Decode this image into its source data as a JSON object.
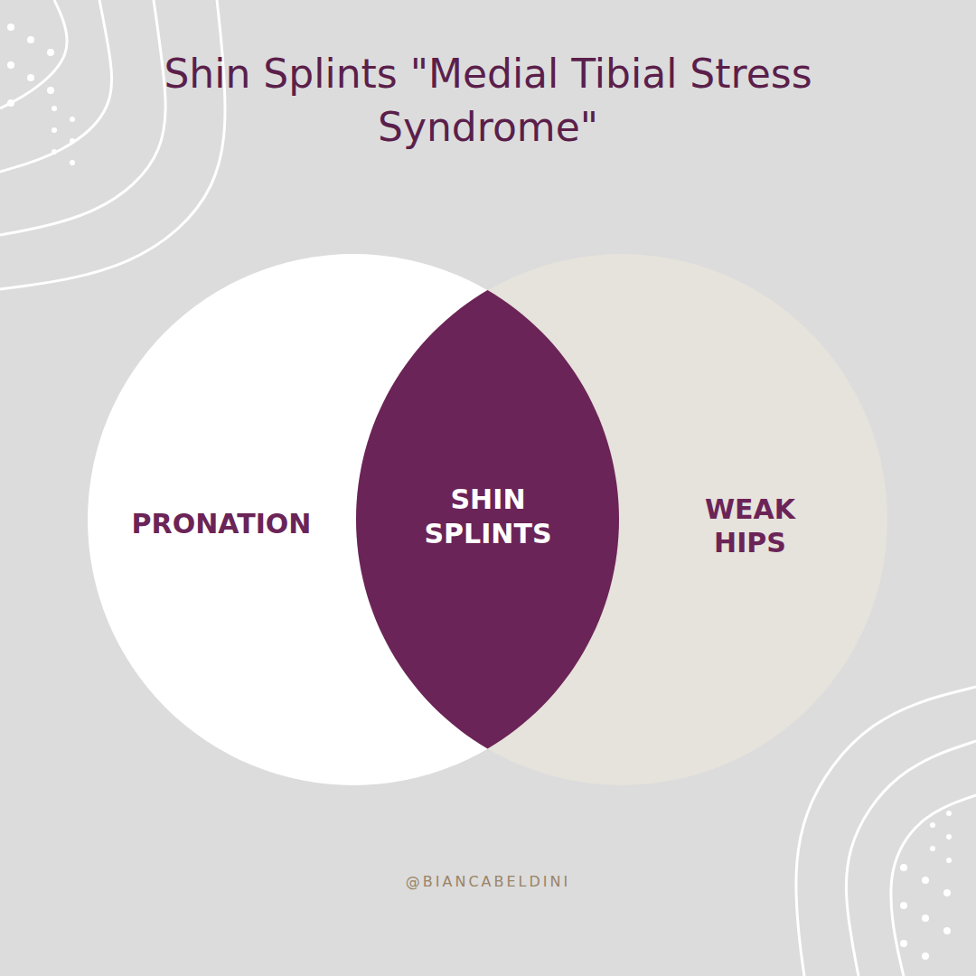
{
  "diagram": {
    "title": "Shin Splints \"Medial Tibial Stress Syndrome\"",
    "nodes": [
      {
        "text": [
          "PRONATION"
        ]
      },
      {
        "text": [
          "SHIN SPLINTS"
        ]
      },
      {
        "text": [
          "WEAK HIPS"
        ]
      }
    ],
    "labels": [
      "@BIANCABELDINI"
    ]
  }
}
